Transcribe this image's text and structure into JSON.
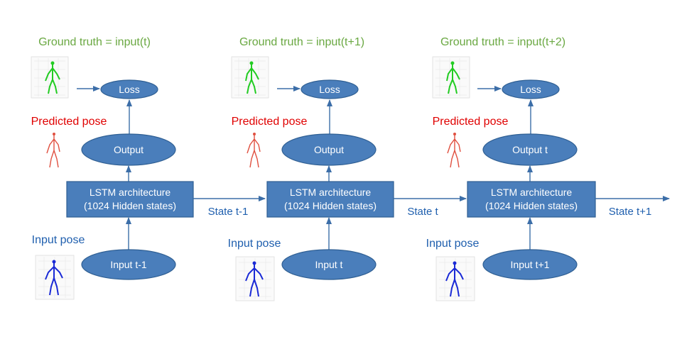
{
  "colors": {
    "node": "#4a7ebb",
    "ground_truth_text": "#6aa842",
    "predicted_text": "#e00000",
    "input_text": "#1f5fae"
  },
  "steps": [
    {
      "ground_truth": "Ground truth = input(t)",
      "loss": "Loss",
      "predicted_label": "Predicted pose",
      "output": "Output",
      "lstm_line1": "LSTM architecture",
      "lstm_line2": "(1024 Hidden states)",
      "state": "State t-1",
      "input_label": "Input pose",
      "input": "Input t-1"
    },
    {
      "ground_truth": "Ground truth = input(t+1)",
      "loss": "Loss",
      "predicted_label": "Predicted pose",
      "output": "Output",
      "lstm_line1": "LSTM architecture",
      "lstm_line2": "(1024 Hidden states)",
      "state": "State t",
      "input_label": "Input pose",
      "input": "Input t"
    },
    {
      "ground_truth": "Ground truth = input(t+2)",
      "loss": "Loss",
      "predicted_label": "Predicted pose",
      "output": "Output t",
      "lstm_line1": "LSTM architecture",
      "lstm_line2": "(1024 Hidden states)",
      "state": "State t+1",
      "input_label": "Input pose",
      "input": "Input t+1"
    }
  ],
  "icons": {
    "ground_truth": "green-skeleton-pose-icon",
    "predicted": "red-skeleton-pose-icon",
    "input": "blue-skeleton-pose-icon"
  }
}
